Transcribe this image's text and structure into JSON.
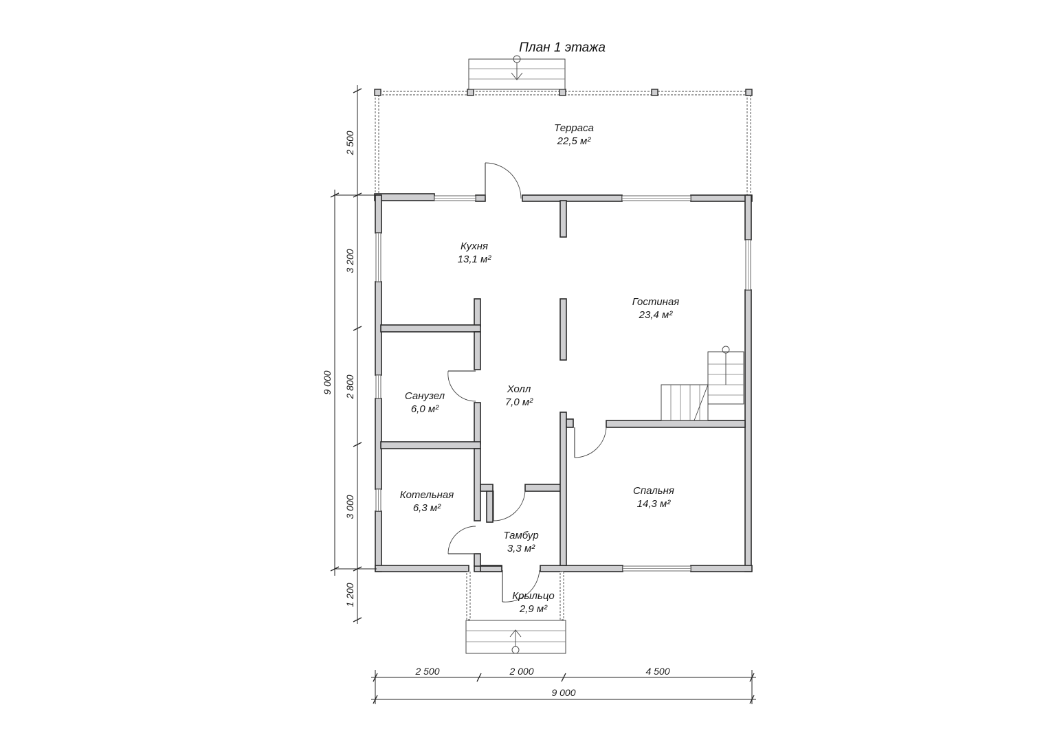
{
  "title": "План 1 этажа",
  "rooms": {
    "terrace": {
      "name": "Терраса",
      "area": "22,5 м²"
    },
    "kitchen": {
      "name": "Кухня",
      "area": "13,1 м²"
    },
    "living": {
      "name": "Гостиная",
      "area": "23,4 м²"
    },
    "bathroom": {
      "name": "Санузел",
      "area": "6,0 м²"
    },
    "hall": {
      "name": "Холл",
      "area": "7,0 м²"
    },
    "boiler": {
      "name": "Котельная",
      "area": "6,3 м²"
    },
    "bedroom": {
      "name": "Спальня",
      "area": "14,3 м²"
    },
    "vestibule": {
      "name": "Тамбур",
      "area": "3,3 м²"
    },
    "porch": {
      "name": "Крыльцо",
      "area": "2,9 м²"
    }
  },
  "dimensions": {
    "left": [
      "2 500",
      "3 200",
      "2 800",
      "3 000",
      "1 200"
    ],
    "left_total": "9 000",
    "bottom": [
      "2 500",
      "2 000",
      "4 500"
    ],
    "bottom_total": "9 000"
  }
}
